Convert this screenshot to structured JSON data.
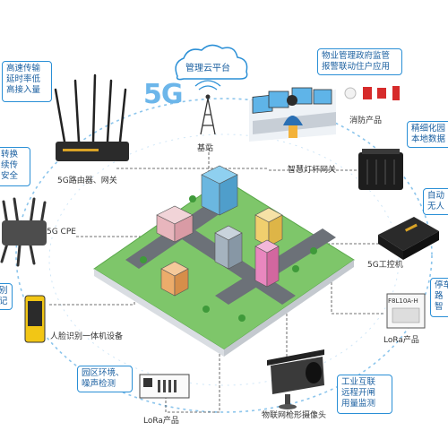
{
  "cloud": {
    "label": "管理云平台"
  },
  "net": {
    "label": "5G"
  },
  "tower": {
    "label": "基站"
  },
  "router": {
    "box": [
      "高速传输",
      "延时率低",
      "高接入量"
    ],
    "label": "5G路由器、网关"
  },
  "monitor": {
    "box": [
      "物业管理政府监管",
      "报警联动住户应用"
    ],
    "label": "消防产品"
  },
  "cpe": {
    "box": [
      "转换",
      "续传",
      "安全"
    ],
    "label": "5G CPE"
  },
  "smartpole": {
    "box": [
      "精细化园",
      "本地数据"
    ],
    "label": "智慧灯杆网关"
  },
  "ipc": {
    "box": [
      "自动",
      "无人"
    ],
    "label": "5G工控机"
  },
  "face": {
    "box": [
      "别",
      "记"
    ],
    "label": "人脸识别一体机设备"
  },
  "lora_right": {
    "chip": "F8L10A-H",
    "box": [
      "停车",
      "路",
      "智"
    ],
    "label": "LoRa产品"
  },
  "lora_left": {
    "box": [
      "园区环境、",
      "噪声检测"
    ],
    "label": "LoRa产品"
  },
  "camera": {
    "box": [
      "工业互联",
      "远程开闸",
      "用量监测"
    ],
    "label": "物联网枪形摄像头"
  }
}
